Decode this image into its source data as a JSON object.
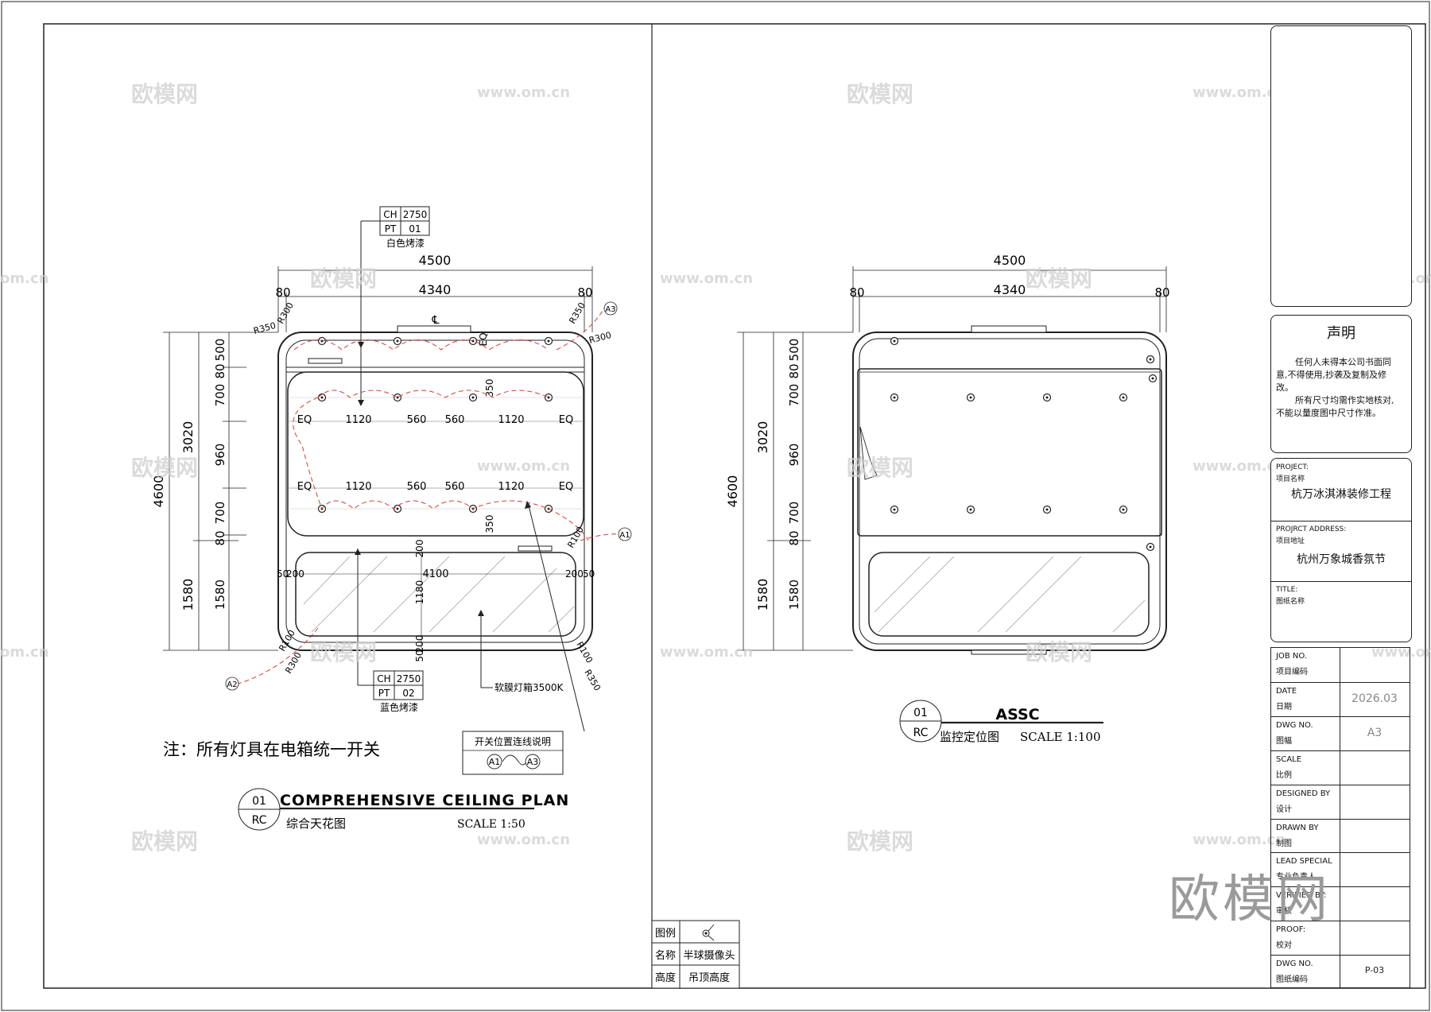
{
  "watermark": {
    "brand": "欧模网",
    "url": "www.om.cn",
    "partial_url": "om.cn"
  },
  "left_plan": {
    "dims_top": {
      "overall": "4500",
      "inner": "4340",
      "left_gap": "80",
      "right_gap": "80"
    },
    "dims_left": {
      "overall": "4600",
      "part_a": "3020",
      "part_b": "1580",
      "sub": [
        "500",
        "80",
        "700",
        "960",
        "700",
        "80",
        "1580"
      ]
    },
    "radii": [
      "R350",
      "R300",
      "R350",
      "R300",
      "R100",
      "R100",
      "R300",
      "R350",
      "R100"
    ],
    "centerline_mark": "℄",
    "ch_tag_top": {
      "ch_label": "CH",
      "ch_value": "2750",
      "pt_label": "PT",
      "pt_value": "01",
      "note": "白色烤漆"
    },
    "ch_tag_bottom": {
      "ch_label": "CH",
      "ch_value": "2750",
      "pt_label": "PT",
      "pt_value": "02",
      "note": "蓝色烤漆"
    },
    "row_dims": [
      "EQ",
      "1120",
      "560",
      "560",
      "1120",
      "EQ"
    ],
    "row_dims_2": [
      "EQ",
      "1120",
      "560",
      "560",
      "1120",
      "EQ"
    ],
    "side_dim_350_a": "350",
    "side_dim_350_b": "350",
    "eq_label": "EQ",
    "lightbox_dims": {
      "left": "50",
      "left2": "200",
      "center": "4100",
      "right": "200",
      "right2": "50",
      "top": "200",
      "height": "1180",
      "bottom": "200",
      "bottom2": "50"
    },
    "lightbox_label": "软膜灯箱3500K",
    "circuits": [
      "A1",
      "A2",
      "A3"
    ],
    "note": "注：所有灯具在电箱统一开关",
    "switch_legend": {
      "title": "开关位置连线说明",
      "from": "A1",
      "to": "A3"
    },
    "title_block": {
      "number": "01",
      "code": "RC",
      "title_en": "COMPREHENSIVE CEILING PLAN",
      "title_cn": "综合天花图",
      "scale": "SCALE 1:50"
    }
  },
  "right_plan": {
    "dims_top": {
      "overall": "4500",
      "inner": "4340",
      "left_gap": "80",
      "right_gap": "80"
    },
    "dims_left": {
      "overall": "4600",
      "part_a": "3020",
      "part_b": "1580",
      "sub": [
        "500",
        "80",
        "700",
        "960",
        "700",
        "80",
        "1580"
      ]
    },
    "title_block": {
      "number": "01",
      "code": "RC",
      "title_en": "ASSC",
      "title_cn": "监控定位图",
      "scale": "SCALE 1:100"
    }
  },
  "legend": {
    "rows": [
      {
        "label": "图例",
        "value": ""
      },
      {
        "label": "名称",
        "value": "半球摄像头"
      },
      {
        "label": "高度",
        "value": "吊顶高度"
      }
    ],
    "symbol": "dome-camera"
  },
  "title_blocks": {
    "declaration_title": "声明",
    "declaration_lines": [
      "任何人未得本公司书面同",
      "意,不得使用,抄袭及复制及修",
      "改。",
      "所有尺寸均需作实地核对,",
      "不能以量度图中尺寸作准。"
    ],
    "project_label_en": "PROJECT:",
    "project_label_cn": "项目名称",
    "project_name": "杭万冰淇淋装修工程",
    "address_label_en": "PROJRCT ADDRESS:",
    "address_label_cn": "项目地址",
    "address": "杭州万象城香氛节",
    "title_label_en": "TITLE:",
    "title_label_cn": "图纸名称",
    "fields": [
      {
        "en": "JOB NO.",
        "cn": "项目编码",
        "value": ""
      },
      {
        "en": "DATE",
        "cn": "日期",
        "value": "2026.03"
      },
      {
        "en": "DWG NO.",
        "cn": "图幅",
        "value": "A3"
      },
      {
        "en": "SCALE",
        "cn": "比例",
        "value": ""
      },
      {
        "en": "DESIGNED BY",
        "cn": "设计",
        "value": ""
      },
      {
        "en": "DRAWN BY",
        "cn": "制图",
        "value": ""
      },
      {
        "en": "LEAD SPECIAL",
        "cn": "专业负责人",
        "value": ""
      },
      {
        "en": "VERIFIED BY:",
        "cn": "审核",
        "value": ""
      },
      {
        "en": "PROOF:",
        "cn": "校对",
        "value": ""
      },
      {
        "en": "DWG NO.",
        "cn": "图纸编码",
        "value": "P-03"
      }
    ]
  },
  "colors": {
    "line": "#222222",
    "dash_red": "#d23c3c",
    "light_gray": "#9a9a9a",
    "watermark": "#cfcfcf"
  }
}
